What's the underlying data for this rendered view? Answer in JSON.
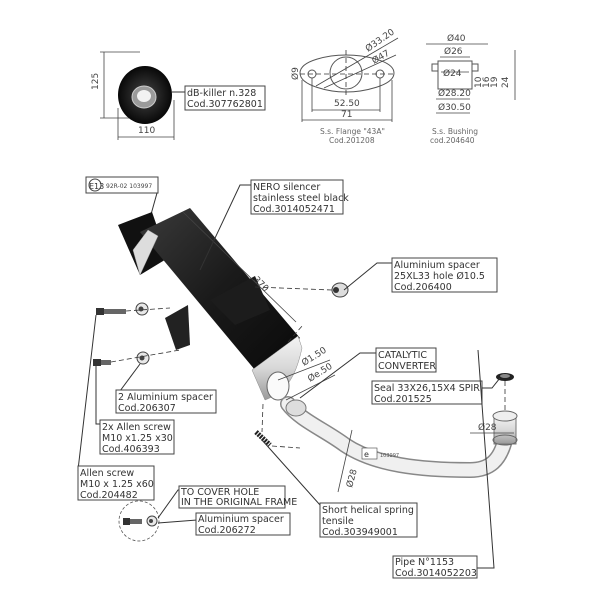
{
  "top_views": {
    "dbkiller": {
      "height_dim": "125",
      "width_dim": "110",
      "label_lines": [
        "dB-killer n.328",
        "Cod.307762801"
      ]
    },
    "flange": {
      "dims": {
        "hole": "Ø9",
        "d1": "Ø33.20",
        "d2": "Ø47",
        "inner_span": "52.50",
        "outer_span": "71"
      },
      "caption_lines": [
        "S.s. Flange \"43A\"",
        "Cod.201208"
      ]
    },
    "bushing": {
      "dims": {
        "d40": "Ø40",
        "d26": "Ø26",
        "d24": "Ø24",
        "d2820": "Ø28.20",
        "d3050": "Ø30.50",
        "h10": "10",
        "h16": "16",
        "h19": "19",
        "h24": "24"
      },
      "caption_lines": [
        "S.s. Bushing",
        "cod.204640"
      ]
    }
  },
  "homologation": {
    "mark": "E13",
    "number": "92R-02 103997"
  },
  "callouts": {
    "silencer": [
      "NERO silencer",
      "stainless steel black",
      "Cod.3014052471"
    ],
    "length_dim": "370",
    "spacer_25": [
      "Aluminium spacer",
      "25XL33 hole Ø10.5",
      "Cod.206400"
    ],
    "catalytic": [
      "CATALYTIC",
      "CONVERTER"
    ],
    "dim_150": "Ø1.50",
    "dim_e50": "Øe.50",
    "seal": [
      "Seal 33X26,15X4 SPIR.",
      "Cod.201525"
    ],
    "pipe_dim_28a": "Ø28",
    "pipe_dim_28b": "Ø28",
    "spacer_2": [
      "2 Aluminium spacer",
      "Cod.206307"
    ],
    "allen_2x": [
      "2x Allen screw",
      "M10 x1.25 x30",
      "Cod.406393"
    ],
    "allen": [
      "Allen screw",
      "M10 x 1.25 x60",
      "Cod.204482"
    ],
    "cover_hole": [
      "TO COVER HOLE",
      "IN THE ORIGINAL FRAME"
    ],
    "spacer_small": [
      "Aluminium spacer",
      "Cod.206272"
    ],
    "spring": [
      "Short helical spring",
      "tensile",
      "Cod.303949001"
    ],
    "pipe": [
      "Pipe N°1153",
      "Cod.3014052203"
    ]
  }
}
